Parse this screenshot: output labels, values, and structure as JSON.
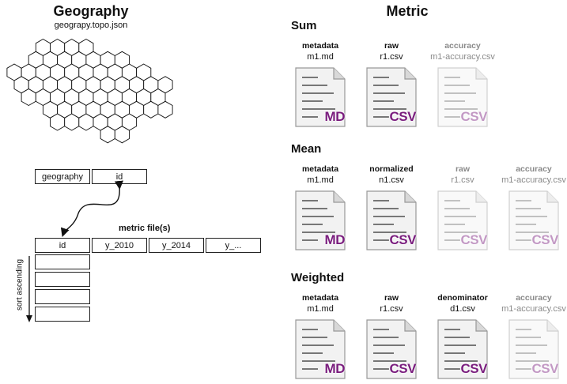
{
  "geography": {
    "title": "Geography",
    "file": "geograpy.topo.json",
    "table_headers": [
      "geography",
      "id"
    ]
  },
  "metric_files": {
    "label": "metric file(s)",
    "columns": [
      "id",
      "y_2010",
      "y_2014",
      "y_..."
    ],
    "sort_label": "sort ascending"
  },
  "metric": {
    "title": "Metric",
    "sections": [
      {
        "name": "Sum",
        "files": [
          {
            "title": "metadata",
            "file": "m1.md",
            "badge": "MD",
            "faded": false
          },
          {
            "title": "raw",
            "file": "r1.csv",
            "badge": "CSV",
            "faded": false
          },
          {
            "title": "accuracy",
            "file": "m1-accuracy.csv",
            "badge": "CSV",
            "faded": true
          }
        ]
      },
      {
        "name": "Mean",
        "files": [
          {
            "title": "metadata",
            "file": "m1.md",
            "badge": "MD",
            "faded": false
          },
          {
            "title": "normalized",
            "file": "n1.csv",
            "badge": "CSV",
            "faded": false
          },
          {
            "title": "raw",
            "file": "r1.csv",
            "badge": "CSV",
            "faded": true
          },
          {
            "title": "accuracy",
            "file": "m1-accuracy.csv",
            "badge": "CSV",
            "faded": true
          }
        ]
      },
      {
        "name": "Weighted",
        "files": [
          {
            "title": "metadata",
            "file": "m1.md",
            "badge": "MD",
            "faded": false
          },
          {
            "title": "raw",
            "file": "r1.csv",
            "badge": "CSV",
            "faded": false
          },
          {
            "title": "denominator",
            "file": "d1.csv",
            "badge": "CSV",
            "faded": false
          },
          {
            "title": "accuracy",
            "file": "m1-accuracy.csv",
            "badge": "CSV",
            "faded": true
          }
        ]
      }
    ]
  },
  "colors": {
    "badge": "#7a1d7e",
    "faded_text": "#8a8a8a"
  },
  "icons": {
    "document": "document-icon",
    "hexmap": "hexagon-map-icon",
    "arrow": "double-arrow-icon"
  }
}
